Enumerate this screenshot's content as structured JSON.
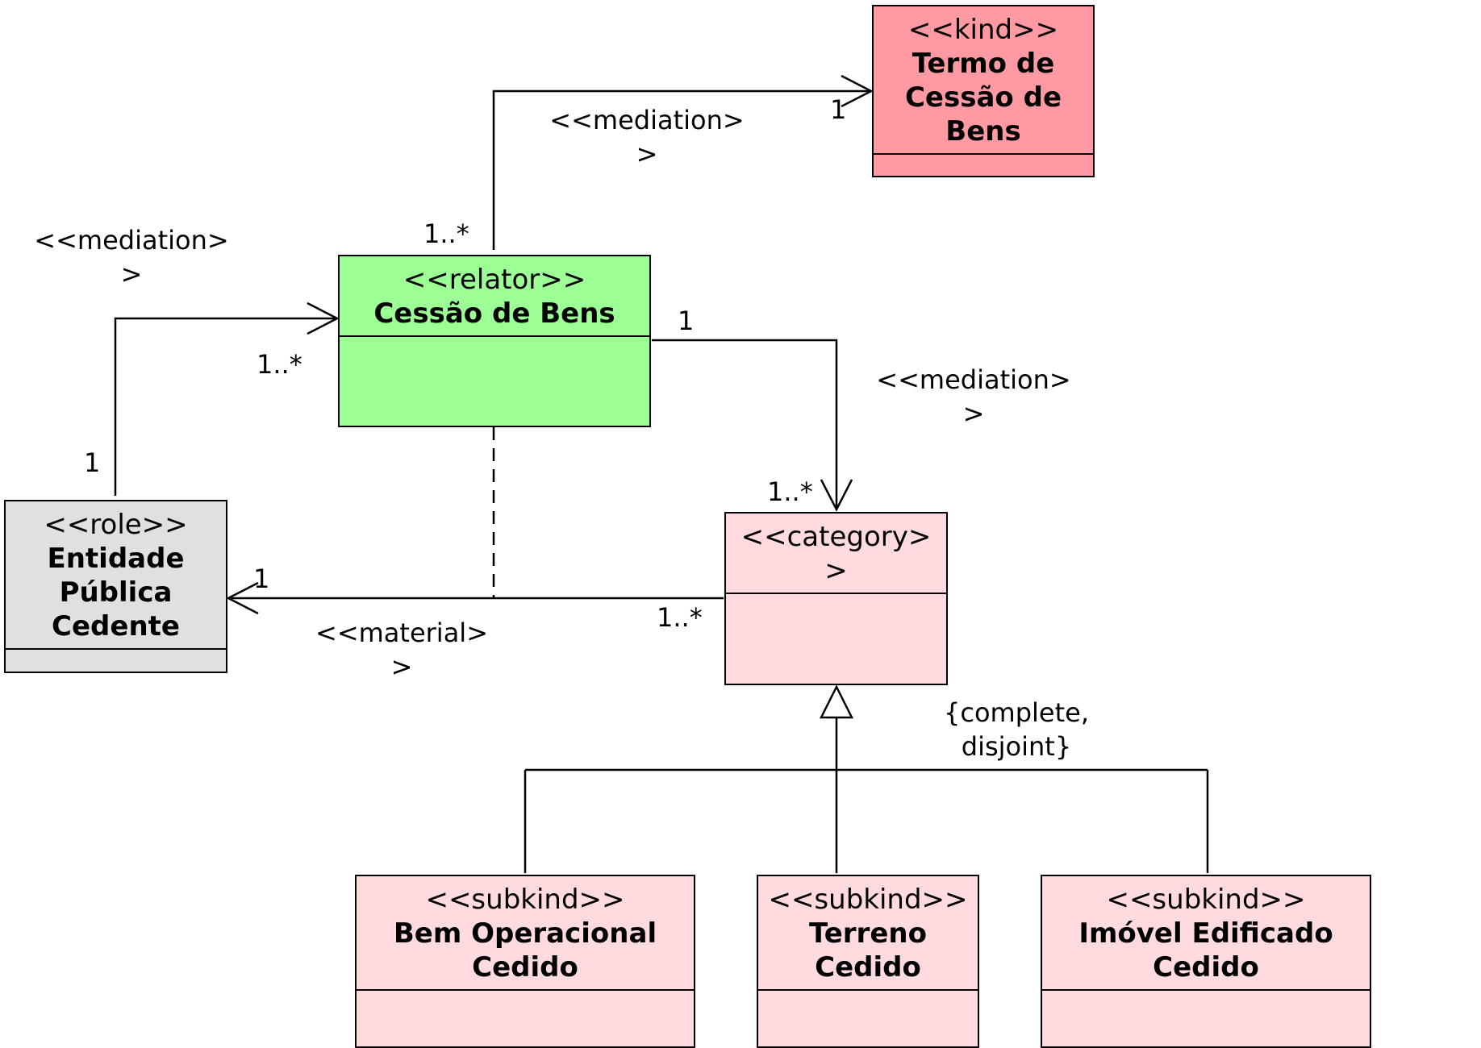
{
  "colors": {
    "kind": "#ff9aa2",
    "relator": "#9cff95",
    "role": "#e0e0e0",
    "category": "#ffdbe0",
    "subkind": "#ffdbe0"
  },
  "classes": {
    "termo": {
      "stereotype": "<<kind>>",
      "name": "Termo de\nCessão de\nBens"
    },
    "cessao": {
      "stereotype": "<<relator>>",
      "name": "Cessão de Bens"
    },
    "entidade": {
      "stereotype": "<<role>>",
      "name": "Entidade\nPública\nCedente"
    },
    "category": {
      "stereotype": "<<category>\n>",
      "name": ""
    },
    "bem": {
      "stereotype": "<<subkind>>",
      "name": "Bem Operacional\nCedido"
    },
    "terreno": {
      "stereotype": "<<subkind>>",
      "name": "Terreno\nCedido"
    },
    "imovel": {
      "stereotype": "<<subkind>>",
      "name": "Imóvel Edificado\nCedido"
    }
  },
  "associations": {
    "mediation_termo": {
      "label": "<<mediation>\n>",
      "source_mult": "1..*",
      "target_mult": "1"
    },
    "mediation_entidade": {
      "label": "<<mediation>\n>",
      "source_mult": "1",
      "target_mult": "1..*"
    },
    "mediation_category": {
      "label": "<<mediation>\n>",
      "source_mult": "1",
      "target_mult": "1..*"
    },
    "material": {
      "label": "<<material>\n>",
      "source_mult": "1..*",
      "target_mult": "1"
    }
  },
  "generalization_set": {
    "constraint": "{complete,\ndisjoint}"
  }
}
